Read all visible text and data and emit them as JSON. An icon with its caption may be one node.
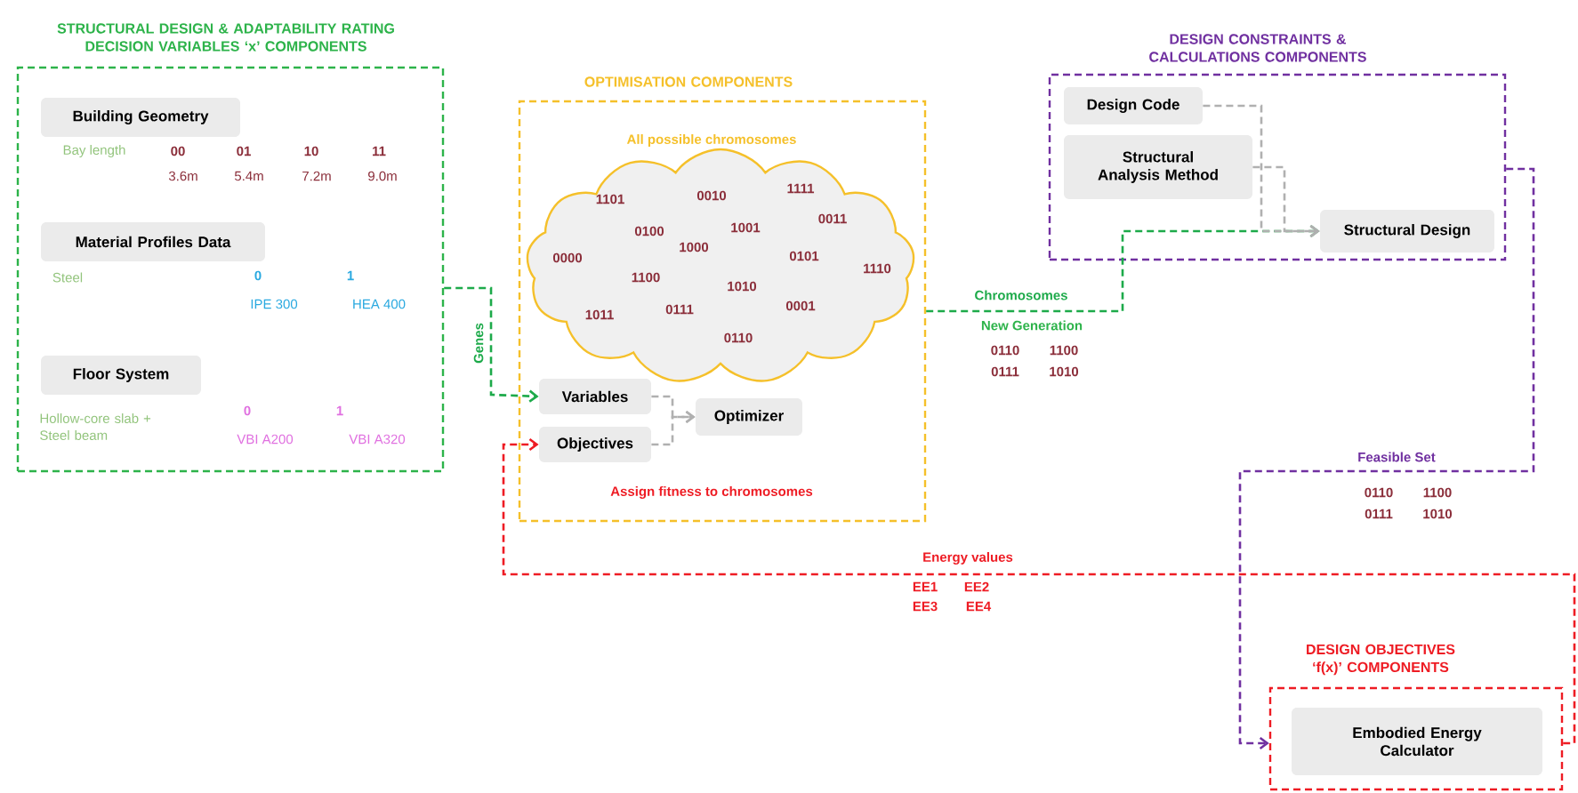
{
  "diagram": {
    "nodes": [
      {
        "text": [
          "STRUCTURAL DESIGN  & ADAPTABILITY RATING DECISION VARIABLES ‘x’ COMPONENTS"
        ]
      },
      {
        "text": [
          "Building Geometry"
        ],
        "in": 0
      },
      {
        "text": [
          "Material Profiles Data"
        ],
        "in": 0
      },
      {
        "text": [
          "Floor System"
        ],
        "in": 0
      },
      {
        "text": [
          "OPTIMISATION COMPONENTS"
        ]
      },
      {
        "text": [
          "All possible chromosomes",
          "1101",
          "0010",
          "1111",
          "0011",
          "0100",
          "1001",
          "1000",
          "0000",
          "0101",
          "1110",
          "1100",
          "1010",
          "1011",
          "0111",
          "0001",
          "0110"
        ],
        "in": 4
      },
      {
        "text": [
          "Variables"
        ],
        "in": 4
      },
      {
        "text": [
          "Objectives"
        ],
        "in": 4
      },
      {
        "text": [
          "Optimizer"
        ],
        "in": 4
      },
      {
        "text": [
          "DESIGN CONSTRAINTS & CALCULATIONS COMPONENTS"
        ]
      },
      {
        "text": [
          "Design Code"
        ],
        "in": 9
      },
      {
        "text": [
          "Structural Analysis Method"
        ],
        "in": 9
      },
      {
        "text": [
          "Structural Design"
        ],
        "in": 9
      },
      {
        "text": [
          "DESIGN OBJECTIVES ‘f(x)’ COMPONENTS"
        ]
      },
      {
        "text": [
          "Embodied Energy Calculator"
        ],
        "in": 13
      }
    ],
    "edges": [
      {
        "from": 0,
        "to": 6,
        "arrow": "to",
        "label": "Genes",
        "style": "dashed",
        "color": "#1daa4a"
      },
      {
        "from": 6,
        "to": 8,
        "arrow": "to",
        "style": "dashed"
      },
      {
        "from": 7,
        "to": 8,
        "arrow": "to",
        "style": "dashed"
      },
      {
        "from": 4,
        "to": 12,
        "arrow": "to",
        "label": "Chromosomes",
        "style": "dashed",
        "color": "#1daa4a"
      },
      {
        "from": 10,
        "to": 12,
        "arrow": "to",
        "style": "dashed"
      },
      {
        "from": 11,
        "to": 12,
        "arrow": "to",
        "style": "dashed"
      },
      {
        "from": 9,
        "to": 13,
        "arrow": "to",
        "label": "Feasible Set",
        "style": "dashed",
        "color": "#7030a0"
      },
      {
        "from": 13,
        "to": 7,
        "arrow": "to",
        "label": "Energy values",
        "style": "dashed",
        "color": "#ee1c24"
      }
    ],
    "labels": [
      "Bay length",
      "00",
      "01",
      "10",
      "11",
      "3.6m",
      "5.4m",
      "7.2m",
      "9.0m",
      "Steel",
      "0",
      "1",
      "IPE 300",
      "HEA 400",
      "Hollow-core slab + Steel beam",
      "0",
      "1",
      "VBI A200",
      "VBI A320",
      "Assign fitness to chromosomes",
      "New Generation",
      "0110",
      "1100",
      "0111",
      "1010",
      "0110",
      "1100",
      "0111",
      "1010",
      "EE1",
      "EE2",
      "EE3",
      "EE4"
    ]
  }
}
